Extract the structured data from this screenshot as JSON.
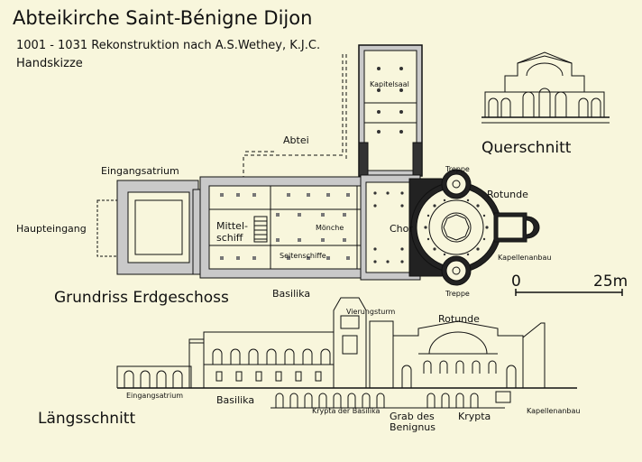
{
  "title": "Abteikirche Saint-Bénigne Dijon",
  "subtitle": "1001 - 1031   Rekonstruktion nach A.S.Wethey, K.J.C.",
  "subtitle2": "Handskizze",
  "plan": {
    "heading": "Grundriss  Erdgeschoss",
    "labels": {
      "kapitelsaal": "Kapitelsaal",
      "abtei": "Abtei",
      "eingangsatrium": "Eingangsatrium",
      "haupteingang": "Haupteingang",
      "mittelschiff": "Mittel-\nschiff",
      "moenche": "Mönche",
      "seitenschiffe": "Seitenschiffe",
      "chor": "Chor",
      "basilika": "Basilika",
      "treppe_top": "Treppe",
      "treppe_bottom": "Treppe",
      "rotunde": "Rotunde",
      "kapellenanbau": "Kapellenanbau"
    }
  },
  "cross_section": {
    "heading": "Querschnitt"
  },
  "scale": {
    "zero": "0",
    "max": "25m"
  },
  "long_section": {
    "heading": "Längsschnitt",
    "labels": {
      "vierungsturm": "Vierungsturm",
      "rotunde": "Rotunde",
      "eingangsatrium": "Eingangsatrium",
      "basilika": "Basilika",
      "krypta_basilika": "Krypta der Basilika",
      "grab": "Grab des\nBenignus",
      "krypta": "Krypta",
      "kapellenanbau": "Kapellenanbau"
    }
  },
  "colors": {
    "background": "#f8f6dc",
    "ink": "#111111",
    "wall": "#c9c9c9"
  }
}
